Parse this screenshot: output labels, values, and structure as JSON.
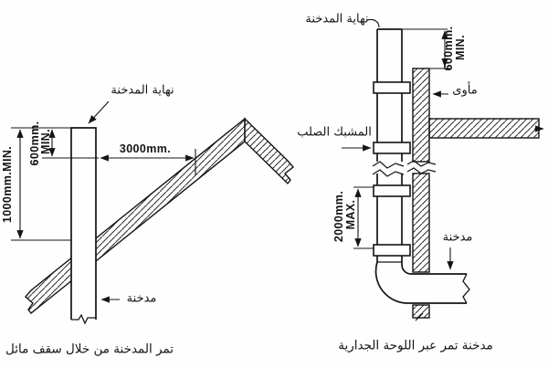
{
  "colors": {
    "ink": "#141414",
    "paper": "#fefefe"
  },
  "left_diagram": {
    "terminal_label": "نهاية المدخنة",
    "dim_1000": "1000mm.MIN.",
    "dim_600": "600mm.",
    "dim_600_min": "MIN.",
    "dim_3000": "3000mm.",
    "chimney_label": "مدخنة",
    "caption": "تمر المدخنة من خلال سقف مائل"
  },
  "right_diagram": {
    "terminal_label": "نهاية المدخنة",
    "dim_600": "600mm.",
    "dim_600_min": "MIN.",
    "shelter_label": "مأوى",
    "clamp_label": "المشبك الصلب",
    "dim_2000": "2000mm.",
    "dim_2000_max": "MAX.",
    "chimney_label": "مدخنة",
    "caption": "مدخنة تمر عبر اللوحة الجدارية"
  }
}
